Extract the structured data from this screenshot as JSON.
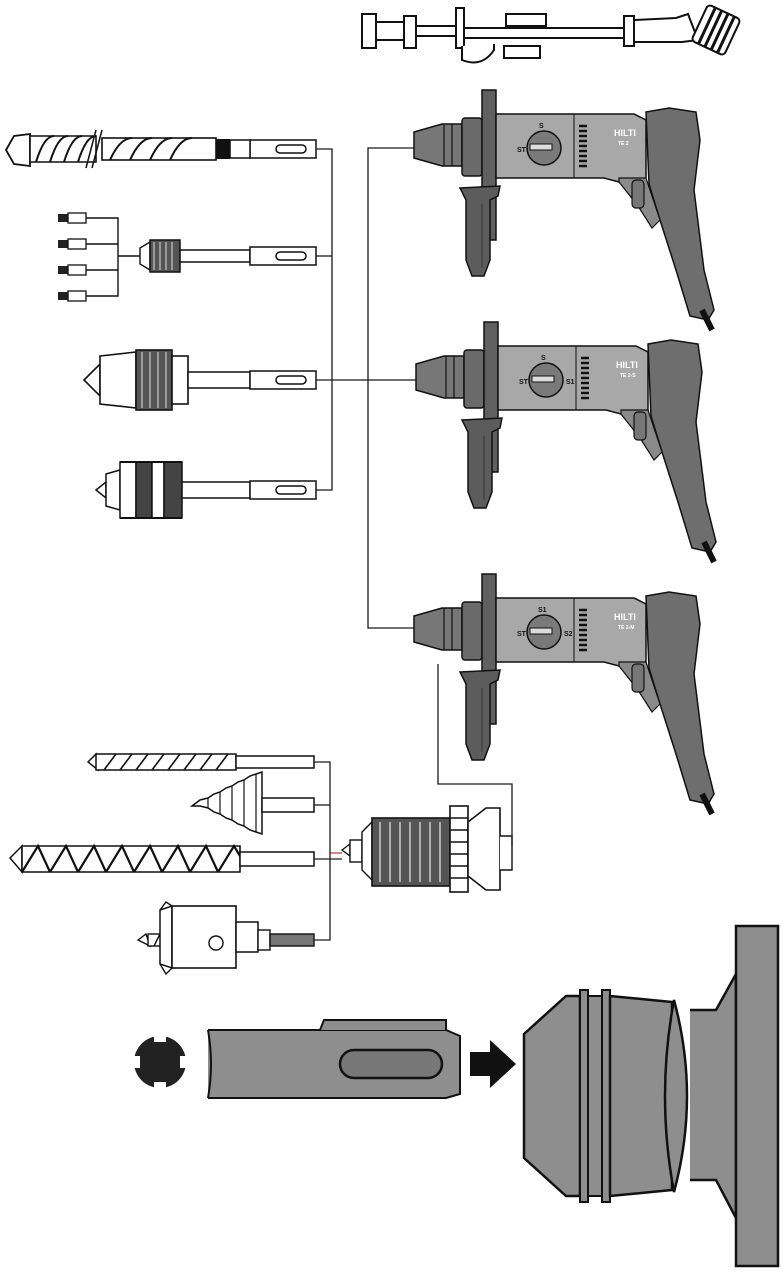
{
  "brand": {
    "logo": "HILTI"
  },
  "drills": [
    {
      "model": "TE 2",
      "selector": {
        "top": "S",
        "left": "ST",
        "right": ""
      }
    },
    {
      "model": "TE 2-S",
      "selector": {
        "top": "S",
        "left": "ST",
        "right": "S1"
      }
    },
    {
      "model": "TE 2-M",
      "selector": {
        "top": "S1",
        "left": "ST",
        "right": "S2"
      }
    }
  ],
  "colors": {
    "body": "#a8a8a8",
    "dark": "#595959",
    "line": "#1a1a1a",
    "bg": "#ffffff"
  },
  "icons": {
    "depth_gauge": "depth-gauge-icon",
    "sds_bit": "sds-masonry-bit-icon",
    "bit_holder": "screwdriver-bit-holder-icon",
    "keyless_chuck_adapter": "keyless-chuck-adapter-icon",
    "keyed_chuck_adapter": "keyed-chuck-adapter-icon",
    "twist_drill": "twist-drill-bit-icon",
    "step_drill": "step-drill-bit-icon",
    "auger": "wood-auger-bit-icon",
    "hole_saw": "hole-saw-icon",
    "quick_chuck": "quick-release-chuck-icon",
    "shank_section": "sds-shank-cross-section-icon",
    "insert_arrow": "arrow-right-icon"
  }
}
